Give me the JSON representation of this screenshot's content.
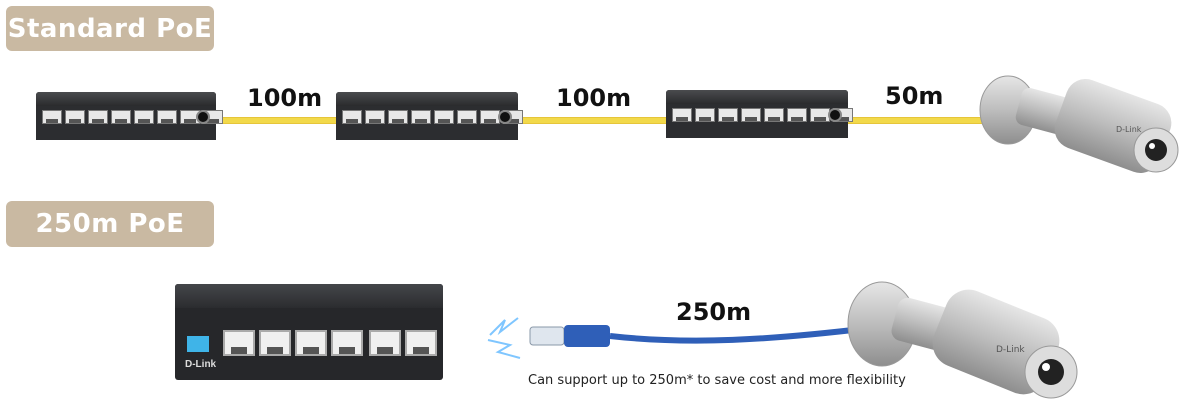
{
  "sections": {
    "standard": {
      "label": "Standard PoE"
    },
    "long": {
      "label": "250m PoE"
    }
  },
  "distances": {
    "first": "100m",
    "second": "100m",
    "third": "50m",
    "long": "250m"
  },
  "caption": "Can support up to 250m* to save cost and more flexibility",
  "brand": "D-Link",
  "colors": {
    "badge": "#c9b9a2",
    "yellow_cable": "#f2d94a",
    "blue_cable": "#2f5fb8",
    "switch": "#2c2d30"
  }
}
